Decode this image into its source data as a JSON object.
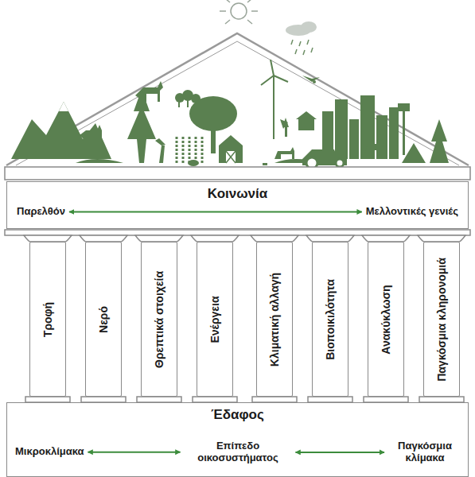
{
  "diagram": {
    "nodes": [
      {
        "text": [
          "Κοινωνία"
        ]
      },
      {
        "text": [
          "Παρελθόν"
        ],
        "in": 0
      },
      {
        "text": [
          "Μελλοντικές γενιές"
        ],
        "in": 0
      },
      {
        "text": [
          "Τροφή"
        ]
      },
      {
        "text": [
          "Νερό"
        ]
      },
      {
        "text": [
          "Θρεπτικά στοιχεία"
        ]
      },
      {
        "text": [
          "Ενέργεια"
        ]
      },
      {
        "text": [
          "Κλιματική αλλαγή"
        ]
      },
      {
        "text": [
          "Βιοποικιλότητα"
        ]
      },
      {
        "text": [
          "Ανακύκλωση"
        ]
      },
      {
        "text": [
          "Παγκόσμια κληρονομιά"
        ]
      },
      {
        "text": [
          "Έδαφος"
        ]
      },
      {
        "text": [
          "Μικροκλίμακα"
        ],
        "in": 11
      },
      {
        "text": [
          "Επίπεδο οικοσυστήματος"
        ],
        "in": 11
      },
      {
        "text": [
          "Παγκόσμια κλίμακα"
        ],
        "in": 11
      }
    ],
    "edges": [
      {
        "from": 1,
        "to": 2,
        "arrow": "both"
      },
      {
        "from": 12,
        "to": 13,
        "arrow": "both"
      },
      {
        "from": 13,
        "to": 14,
        "arrow": "both"
      }
    ]
  }
}
